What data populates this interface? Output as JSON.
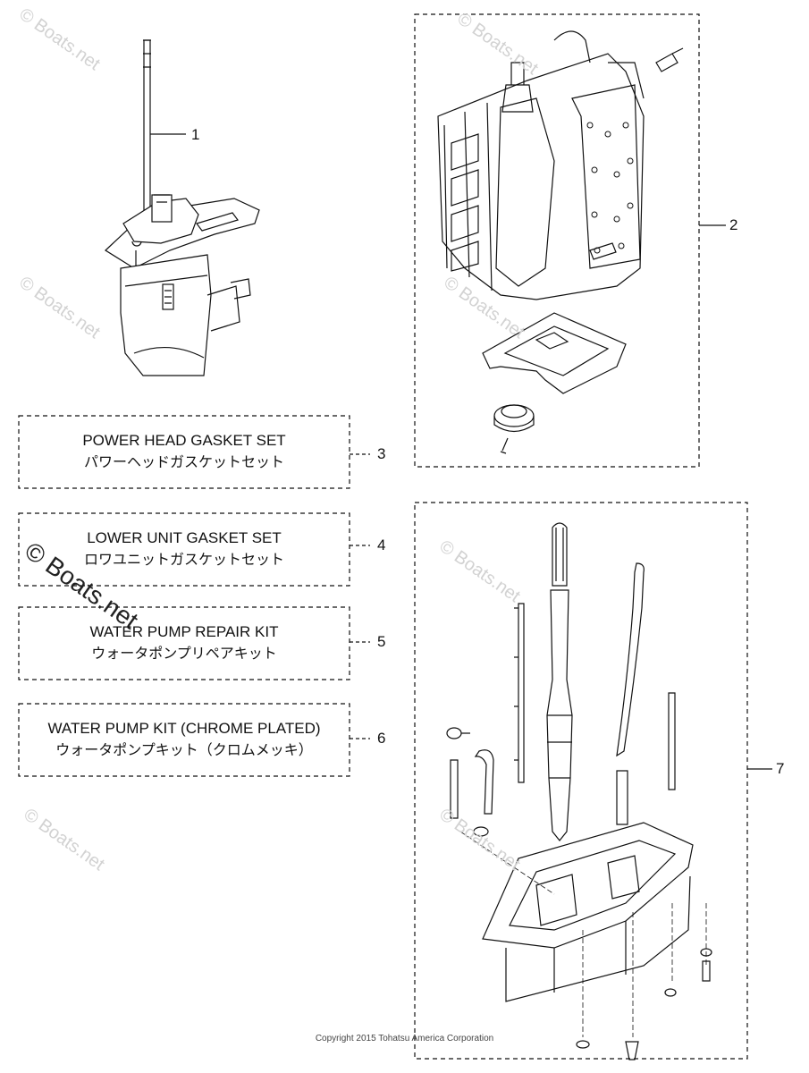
{
  "callouts": [
    {
      "number": "1"
    },
    {
      "number": "2"
    },
    {
      "number": "3",
      "line1": "POWER HEAD GASKET SET",
      "line2": "パワーヘッドガスケットセット"
    },
    {
      "number": "4",
      "line1": "LOWER UNIT GASKET SET",
      "line2": "ロワユニットガスケットセット"
    },
    {
      "number": "5",
      "line1": "WATER PUMP REPAIR KIT",
      "line2": "ウォータポンプリペアキット"
    },
    {
      "number": "6",
      "line1": "WATER PUMP KIT (CHROME PLATED)",
      "line2": "ウォータポンプキット（クロムメッキ）"
    },
    {
      "number": "7"
    }
  ],
  "watermark": "© Boats.net",
  "copyright": "Copyright 2015 Tohatsu America Corporation"
}
